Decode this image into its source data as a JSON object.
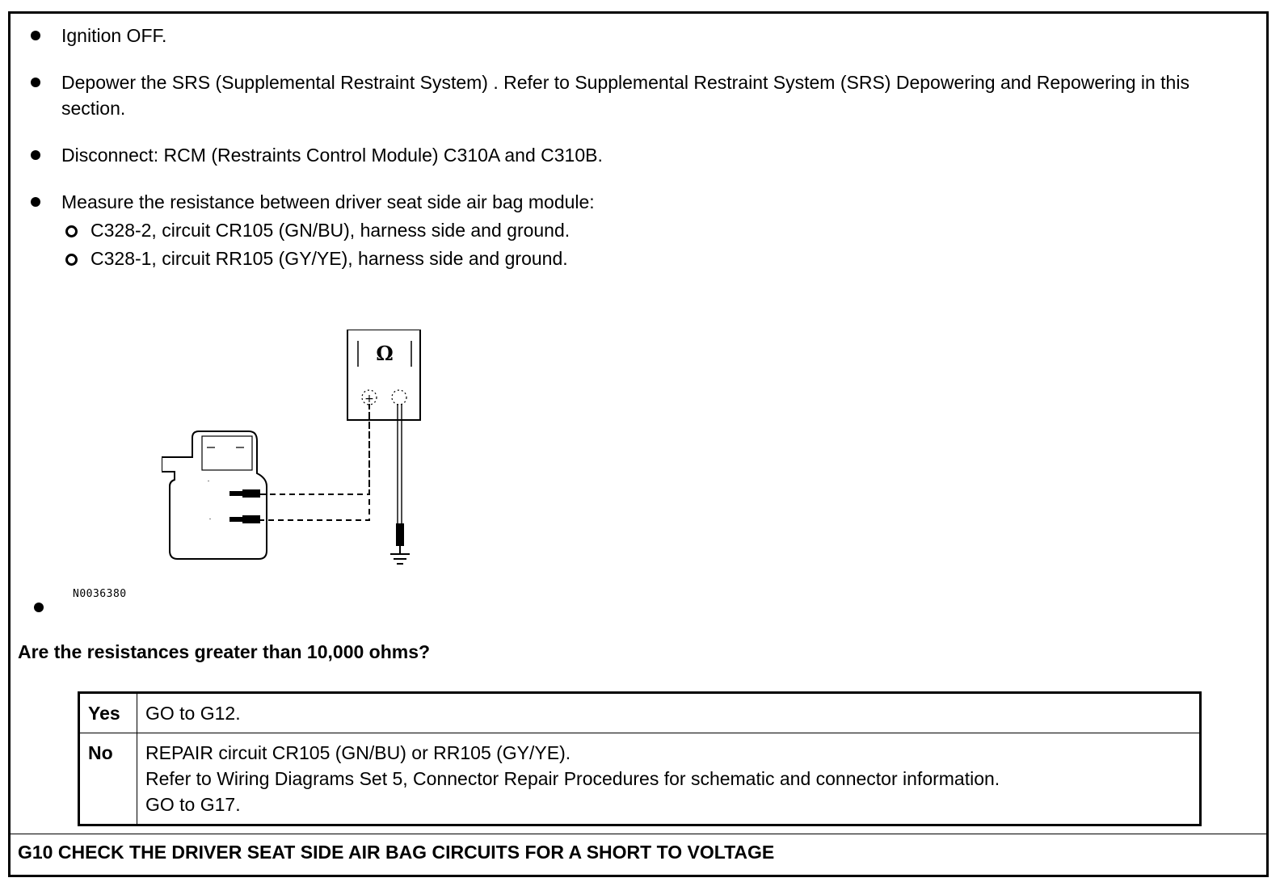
{
  "steps": [
    "Ignition OFF.",
    "Depower the SRS (Supplemental Restraint System) . Refer to Supplemental Restraint System (SRS) Depowering and Repowering in this section.",
    "Disconnect: RCM (Restraints Control Module) C310A and C310B.",
    "Measure the resistance between driver seat side air bag module:"
  ],
  "substeps": [
    "C328-2, circuit CR105 (GN/BU), harness side and ground.",
    "C328-1, circuit RR105 (GY/YE), harness side and ground."
  ],
  "figure": {
    "meter_symbol": "Ω",
    "meter_plus": "+",
    "id": "N0036380"
  },
  "question": "Are the resistances greater than 10,000 ohms?",
  "answers": [
    {
      "key": "Yes",
      "lines": [
        "GO to G12."
      ]
    },
    {
      "key": "No",
      "lines": [
        "REPAIR circuit CR105 (GN/BU) or RR105 (GY/YE).",
        "Refer to Wiring Diagrams Set 5, Connector Repair Procedures for schematic and connector information.",
        "GO to G17."
      ]
    }
  ],
  "next_step": "G10 CHECK THE DRIVER SEAT SIDE AIR BAG CIRCUITS FOR A SHORT TO VOLTAGE"
}
